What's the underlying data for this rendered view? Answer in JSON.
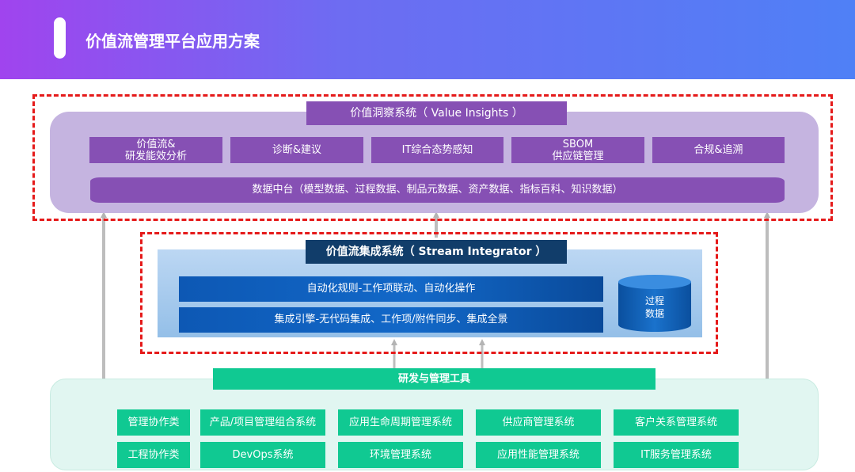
{
  "header": {
    "title": "价值流管理平台应用方案"
  },
  "value_insights": {
    "title": "价值洞察系统（ Value Insights ）",
    "boxes": [
      "价值流&\n研发能效分析",
      "诊断&建议",
      "IT综合态势感知",
      "SBOM\n供应链管理",
      "合规&追溯"
    ],
    "data_center": "数据中台（模型数据、过程数据、制品元数据、资产数据、指标百科、知识数据）"
  },
  "stream_integrator": {
    "title": "价值流集成系统（ Stream Integrator ）",
    "bar1": "自动化规则-工作项联动、自动化操作",
    "bar2": "集成引擎-无代码集成、工作项/附件同步、集成全景",
    "process_data": "过程\n数据"
  },
  "tools": {
    "title": "研发与管理工具",
    "row1": [
      "管理协作类",
      "产品/项目管理组合系统",
      "应用生命周期管理系统",
      "供应商管理系统",
      "客户关系管理系统"
    ],
    "row2": [
      "工程协作类",
      "DevOps系统",
      "环境管理系统",
      "应用性能管理系统",
      "IT服务管理系统"
    ]
  },
  "colors": {
    "header_gradient": [
      "#a044ee",
      "#4f80f6"
    ],
    "purple": "#8650b4",
    "purple_light": "#c5b4e0",
    "navy": "#113d6a",
    "blue": "#1268c8",
    "green": "#10c992",
    "mint": "#e1f6f1",
    "dash_red": "#e51a1a"
  }
}
